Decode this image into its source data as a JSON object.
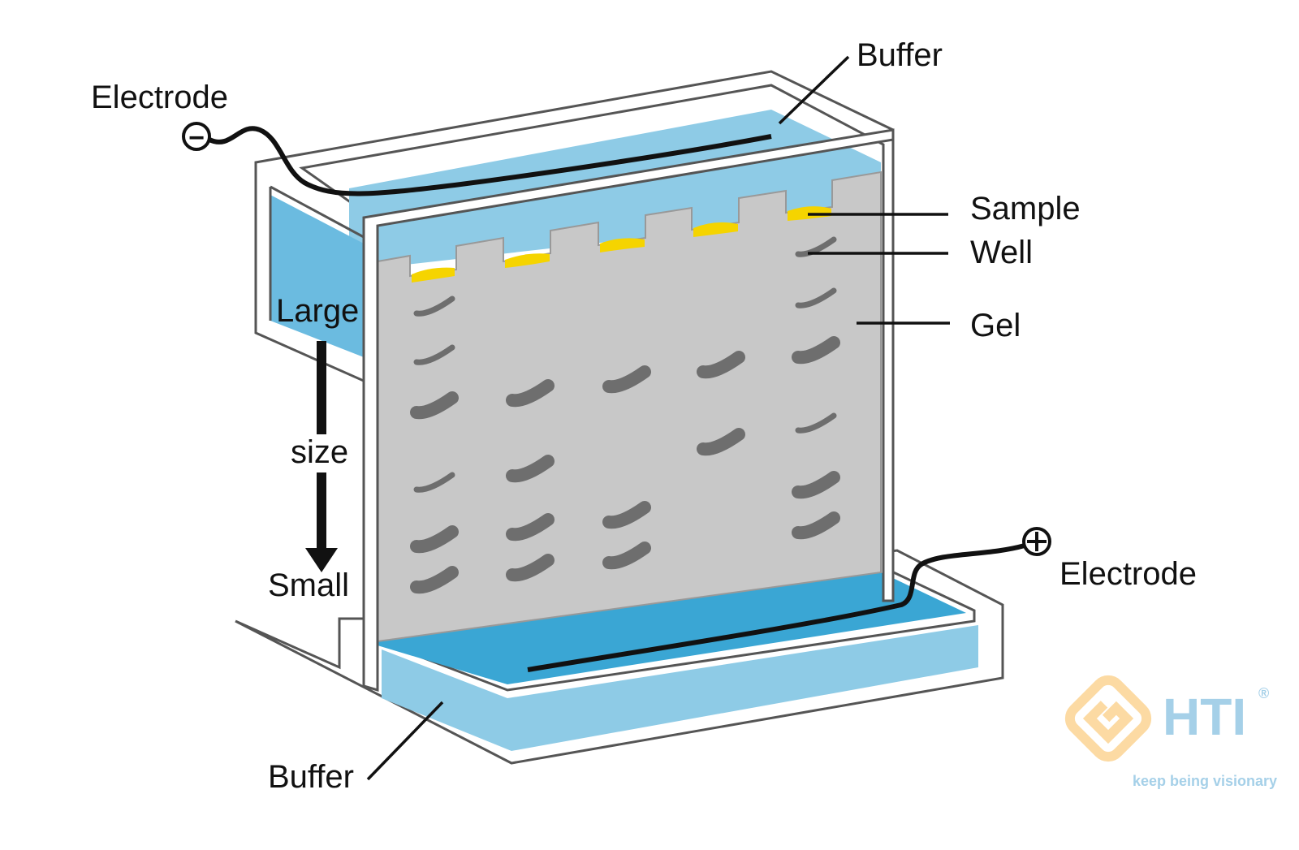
{
  "labels": {
    "electrode_negative": "Electrode",
    "electrode_positive": "Electrode",
    "buffer_top": "Buffer",
    "buffer_bottom": "Buffer",
    "sample": "Sample",
    "well": "Well",
    "gel": "Gel",
    "large": "Large",
    "size": "size",
    "small": "Small",
    "minus_sign": "−",
    "plus_sign": "+"
  },
  "logo": {
    "brand": "HTI",
    "tagline": "keep being visionary",
    "registered": "®"
  },
  "colors": {
    "buffer_light": "#8ecbe6",
    "buffer_dark": "#3aa6d4",
    "gel": "#c8c8c8",
    "band": "#6e6e6e",
    "sample": "#f5d400",
    "outline": "#555555",
    "logo_blue": "#9ccbe6",
    "logo_orange": "#fcd79a"
  },
  "lanes": [
    {
      "bands": [
        {
          "pos": 378,
          "w": "thin"
        },
        {
          "pos": 438,
          "w": "thin"
        },
        {
          "pos": 500,
          "w": "thick"
        },
        {
          "pos": 595,
          "w": "thin"
        },
        {
          "pos": 665,
          "w": "thick"
        },
        {
          "pos": 715,
          "w": "thick"
        }
      ]
    },
    {
      "bands": [
        {
          "pos": 485,
          "w": "thick"
        },
        {
          "pos": 578,
          "w": "thick"
        },
        {
          "pos": 650,
          "w": "thick"
        },
        {
          "pos": 700,
          "w": "thick"
        }
      ]
    },
    {
      "bands": [
        {
          "pos": 468,
          "w": "thick"
        },
        {
          "pos": 635,
          "w": "thick"
        },
        {
          "pos": 685,
          "w": "thick"
        }
      ]
    },
    {
      "bands": [
        {
          "pos": 450,
          "w": "thick"
        },
        {
          "pos": 545,
          "w": "thick"
        }
      ]
    },
    {
      "bands": [
        {
          "pos": 305,
          "w": "thin"
        },
        {
          "pos": 368,
          "w": "thin"
        },
        {
          "pos": 432,
          "w": "thick"
        },
        {
          "pos": 522,
          "w": "thin"
        },
        {
          "pos": 598,
          "w": "thick"
        },
        {
          "pos": 648,
          "w": "thick"
        }
      ]
    }
  ]
}
